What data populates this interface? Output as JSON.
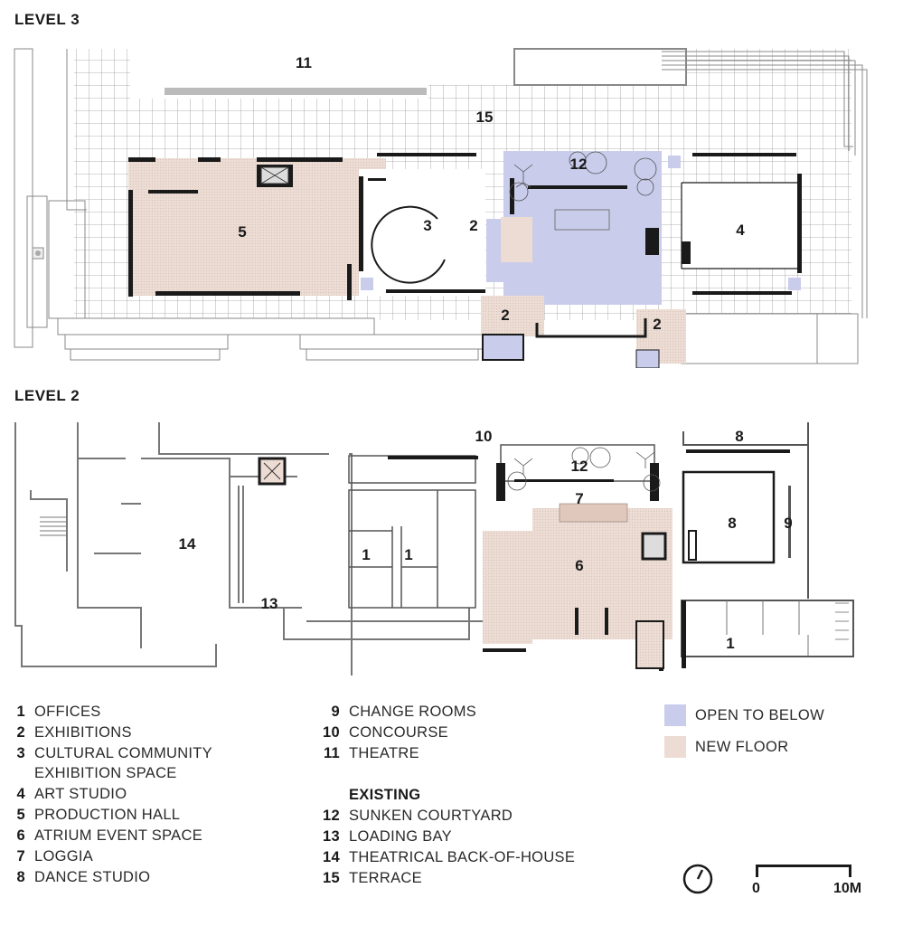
{
  "levels": [
    {
      "title": "LEVEL 3",
      "rooms": [
        {
          "num": "11",
          "name": "THEATRE"
        },
        {
          "num": "15",
          "name": "TERRACE"
        },
        {
          "num": "5",
          "name": "PRODUCTION HALL"
        },
        {
          "num": "3",
          "name": "CULTURAL COMMUNITY EXHIBITION SPACE"
        },
        {
          "num": "2",
          "name": "EXHIBITIONS"
        },
        {
          "num": "12",
          "name": "SUNKEN COURTYARD"
        },
        {
          "num": "4",
          "name": "ART STUDIO"
        },
        {
          "num": "2",
          "name": "EXHIBITIONS"
        },
        {
          "num": "2",
          "name": "EXHIBITIONS"
        }
      ]
    },
    {
      "title": "LEVEL 2",
      "rooms": [
        {
          "num": "10",
          "name": "CONCOURSE"
        },
        {
          "num": "8",
          "name": "DANCE STUDIO"
        },
        {
          "num": "12",
          "name": "SUNKEN COURTYARD"
        },
        {
          "num": "7",
          "name": "LOGGIA"
        },
        {
          "num": "14",
          "name": "THEATRICAL BACK-OF-HOUSE"
        },
        {
          "num": "1",
          "name": "OFFICES"
        },
        {
          "num": "1",
          "name": "OFFICES"
        },
        {
          "num": "6",
          "name": "ATRIUM EVENT SPACE"
        },
        {
          "num": "8",
          "name": "DANCE STUDIO"
        },
        {
          "num": "9",
          "name": "CHANGE ROOMS"
        },
        {
          "num": "13",
          "name": "LOADING BAY"
        },
        {
          "num": "1",
          "name": "OFFICES"
        }
      ]
    }
  ],
  "legend": {
    "left": [
      {
        "num": "1",
        "label": "OFFICES"
      },
      {
        "num": "2",
        "label": "EXHIBITIONS"
      },
      {
        "num": "3",
        "label": "CULTURAL COMMUNITY",
        "label2": "EXHIBITION SPACE"
      },
      {
        "num": "4",
        "label": "ART STUDIO"
      },
      {
        "num": "5",
        "label": "PRODUCTION HALL"
      },
      {
        "num": "6",
        "label": "ATRIUM EVENT SPACE"
      },
      {
        "num": "7",
        "label": "LOGGIA"
      },
      {
        "num": "8",
        "label": "DANCE STUDIO"
      }
    ],
    "right_top": [
      {
        "num": "9",
        "label": "CHANGE ROOMS"
      },
      {
        "num": "10",
        "label": "CONCOURSE"
      },
      {
        "num": "11",
        "label": "THEATRE"
      }
    ],
    "existing_heading": "EXISTING",
    "right_bottom": [
      {
        "num": "12",
        "label": "SUNKEN COURTYARD"
      },
      {
        "num": "13",
        "label": "LOADING BAY"
      },
      {
        "num": "14",
        "label": "THEATRICAL BACK-OF-HOUSE"
      },
      {
        "num": "15",
        "label": "TERRACE"
      }
    ],
    "swatches": [
      {
        "label": "OPEN TO BELOW",
        "color": "#c9cceb"
      },
      {
        "label": "NEW FLOOR",
        "color": "#ecdcd3"
      }
    ]
  },
  "scale": {
    "start": "0",
    "end": "10M"
  },
  "colors": {
    "open_to_below": "#c9cceb",
    "new_floor": "#ecdcd3",
    "wall": "#1a1a1a",
    "line": "#8a8a8a"
  }
}
